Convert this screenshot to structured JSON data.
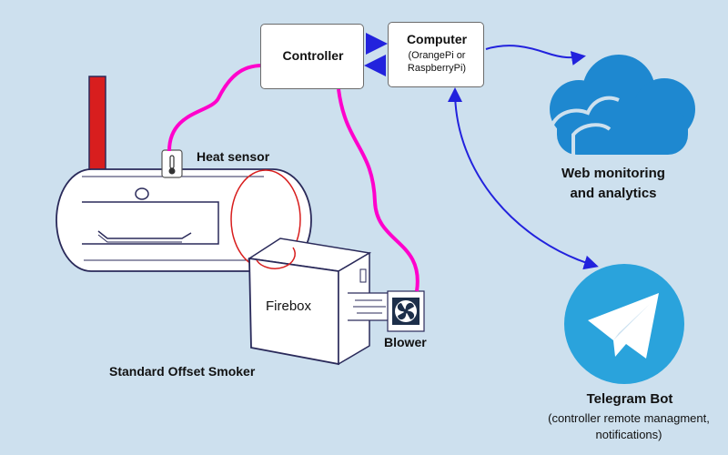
{
  "nodes": {
    "controller": "Controller",
    "computer": {
      "title": "Computer",
      "subtitle_1": "(OrangePi or",
      "subtitle_2": "RaspberryPi)"
    },
    "heat_sensor": "Heat sensor",
    "firebox": "Firebox",
    "blower": "Blower",
    "smoker": "Standard Offset Smoker",
    "web": {
      "line_1": "Web monitoring",
      "line_2": "and analytics"
    },
    "telegram": {
      "title": "Telegram Bot",
      "line_1": "(controller remote managment,",
      "line_2": "notifications)"
    }
  },
  "icons": {
    "thermometer": "thermometer-icon",
    "fan": "fan-icon",
    "cloud": "cloud-icon",
    "telegram": "telegram-logo-icon"
  },
  "colors": {
    "background": "#cde0ee",
    "sensor_wire": "#ff00cc",
    "network_link": "#2222dd",
    "cloud": "#1e88d0",
    "telegram": "#2aa3dc",
    "chimney": "#d81e1e",
    "outline": "#2a2a5a"
  }
}
